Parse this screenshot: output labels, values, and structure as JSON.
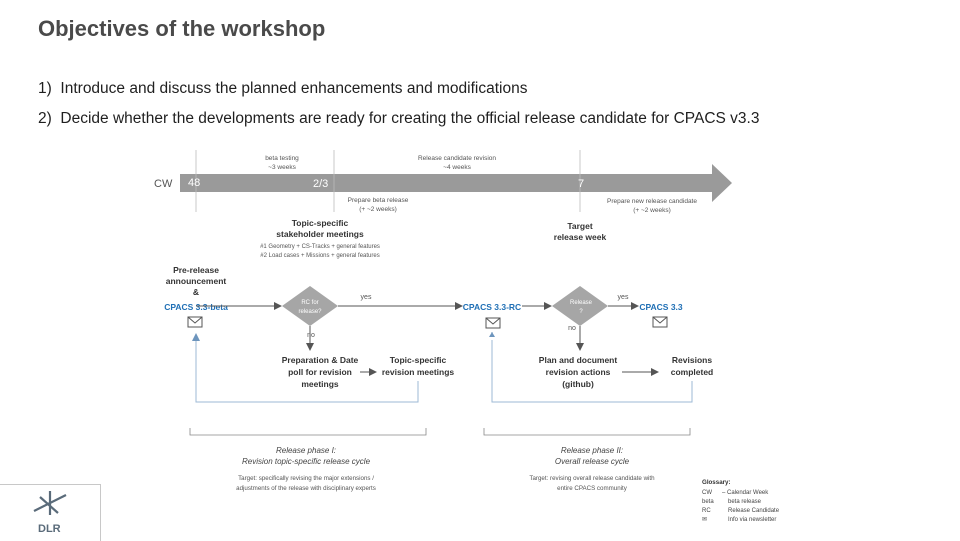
{
  "title": "Objectives of the workshop",
  "objectives": [
    {
      "num": "1)",
      "text": "Introduce and discuss the planned enhancements and modifications"
    },
    {
      "num": "2)",
      "text": "Decide whether the developments are ready for creating the official release candidate for CPACS v3.3"
    }
  ],
  "timeline": {
    "cw_label": "CW",
    "week_start": "48",
    "week_mid": "2/3",
    "week_end": "7",
    "beta_testing_line1": "beta testing",
    "beta_testing_line2": "~3 weeks",
    "rc_revision_line1": "Release candidate revision",
    "rc_revision_line2": "~4 weeks",
    "prepare_beta_line1": "Prepare beta release",
    "prepare_beta_line2": "(+ ~2 weeks)",
    "prepare_rc_line1": "Prepare new release candidate",
    "prepare_rc_line2": "(+ ~2 weeks)"
  },
  "stakeholder": {
    "line1": "Topic-specific",
    "line2": "stakeholder meetings",
    "detail1": "#1 Geometry + CS-Tracks + general features",
    "detail2": "#2 Load cases + Missions + general features"
  },
  "target_week": {
    "line1": "Target",
    "line2": "release week"
  },
  "prerelease": {
    "line1": "Pre-release",
    "line2": "announcement",
    "line3": "&",
    "line4": "CPACS 3.3-beta"
  },
  "decision1": {
    "line1": "RC for",
    "line2": "release?",
    "yes": "yes",
    "no": "no"
  },
  "rc_label": "CPACS 3.3-RC",
  "decision2": {
    "line1": "Release",
    "line2": "?",
    "yes": "yes",
    "no": "no"
  },
  "final_label": "CPACS 3.3",
  "prep_poll": {
    "line1": "Preparation & Date",
    "line2": "poll for revision",
    "line3": "meetings"
  },
  "revision_meetings": {
    "line1": "Topic-specific",
    "line2": "revision meetings"
  },
  "plan_doc": {
    "line1": "Plan and document",
    "line2": "revision actions",
    "line3": "(github)"
  },
  "revisions_completed": {
    "line1": "Revisions",
    "line2": "completed"
  },
  "phase1": {
    "title": "Release phase I:",
    "subtitle": "Revision topic-specific release cycle",
    "target1": "Target: specifically revising the major extensions /",
    "target2": "adjustments of the release with disciplinary experts"
  },
  "phase2": {
    "title": "Release phase II:",
    "subtitle": "Overall release cycle",
    "target1": "Target: revising overall release candidate with",
    "target2": "entire CPACS community"
  },
  "glossary": {
    "title": "Glossary:",
    "rows": [
      {
        "term": "CW",
        "def": "– Calendar Week"
      },
      {
        "term": "beta",
        "def": "beta release"
      },
      {
        "term": "RC",
        "def": "Release Candidate"
      },
      {
        "term": "✉",
        "def": "Info via newsletter"
      }
    ]
  },
  "logo_text": "DLR",
  "colors": {
    "accent_blue": "#1f6fb5",
    "arrow_gray": "#9a9a9a",
    "diamond_gray": "#a6a6a6",
    "flow_blue": "#9dbad6"
  }
}
